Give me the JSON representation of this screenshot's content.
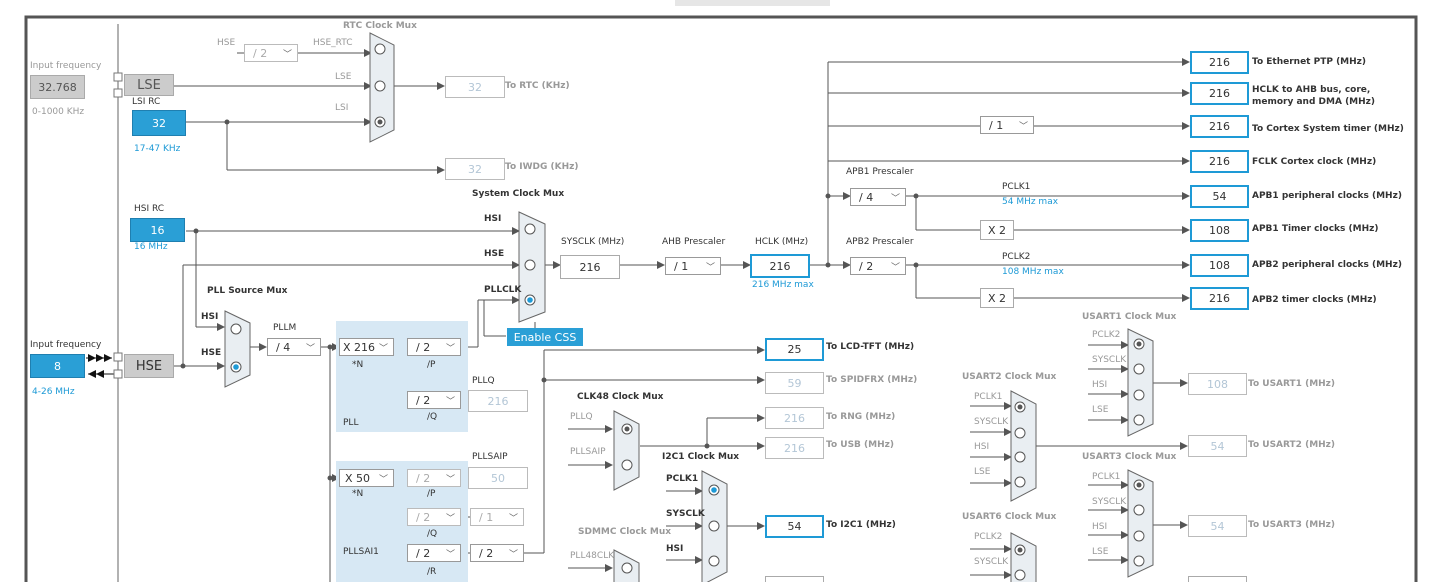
{
  "window": {
    "top_bar": ""
  },
  "lse": {
    "input_label": "Input frequency",
    "input_value": "32.768",
    "input_range": "0-1000 KHz",
    "label": "LSE"
  },
  "lsi": {
    "label": "LSI RC",
    "value": "32",
    "range": "17-47 KHz"
  },
  "hsi": {
    "label": "HSI RC",
    "value": "16",
    "range": "16 MHz"
  },
  "hse": {
    "input_label": "Input frequency",
    "input_value": "8",
    "input_range": "4-26 MHz",
    "label": "HSE"
  },
  "rtc": {
    "mux_label": "RTC Clock Mux",
    "hse": "HSE",
    "div": "/ 2",
    "hse_rtc": "HSE_RTC",
    "lse": "LSE",
    "lsi": "LSI",
    "out_value": "32",
    "out_label": "To RTC (KHz)",
    "iwdg_value": "32",
    "iwdg_label": "To IWDG (KHz)"
  },
  "sysmux": {
    "label": "System Clock Mux",
    "hsi": "HSI",
    "hse": "HSE",
    "pllclk": "PLLCLK",
    "css_button": "Enable CSS"
  },
  "pllsrc": {
    "label": "PLL Source Mux",
    "hsi": "HSI",
    "hse": "HSE",
    "pllm_label": "PLLM",
    "pllm": "/ 4"
  },
  "pll": {
    "n": "X 216",
    "n_label": "*N",
    "p": "/ 2",
    "p_label": "/P",
    "q": "/ 2",
    "q_label": "/Q",
    "pllq_label": "PLLQ",
    "pllq_value": "216",
    "label": "PLL"
  },
  "pllsai": {
    "n": "X 50",
    "n_label": "*N",
    "p": "/ 2",
    "p_label": "/P",
    "q": "/ 2",
    "q_label": "/Q",
    "q2": "/ 1",
    "r": "/ 2",
    "r_label": "/R",
    "r2": "/ 2",
    "saip_label": "PLLSAIP",
    "saip_value": "50",
    "label": "PLLSAI1"
  },
  "sysclk": {
    "label": "SYSCLK (MHz)",
    "value": "216"
  },
  "ahb": {
    "label": "AHB Prescaler",
    "value": "/ 1"
  },
  "hclk": {
    "label": "HCLK (MHz)",
    "value": "216",
    "max": "216 MHz max"
  },
  "apb1": {
    "label": "APB1 Prescaler",
    "value": "/ 4",
    "pclk": "PCLK1",
    "max": "54 MHz max",
    "x2": "X 2"
  },
  "apb2": {
    "label": "APB2 Prescaler",
    "value": "/ 2",
    "pclk": "PCLK2",
    "max": "108 MHz max",
    "x2": "X 2"
  },
  "cortex_div": "/ 1",
  "outputs": [
    {
      "value": "216",
      "label": "To Ethernet PTP (MHz)"
    },
    {
      "value": "216",
      "label": "HCLK to AHB bus, core,",
      "label2": "memory and DMA (MHz)"
    },
    {
      "value": "216",
      "label": "To Cortex System timer (MHz)"
    },
    {
      "value": "216",
      "label": "FCLK Cortex clock (MHz)"
    },
    {
      "value": "54",
      "label": "APB1 peripheral clocks (MHz)"
    },
    {
      "value": "108",
      "label": "APB1 Timer clocks (MHz)"
    },
    {
      "value": "108",
      "label": "APB2 peripheral clocks (MHz)"
    },
    {
      "value": "216",
      "label": "APB2 timer clocks (MHz)"
    }
  ],
  "lcd": {
    "value": "25",
    "label": "To LCD-TFT (MHz)"
  },
  "spdif": {
    "value": "59",
    "label": "To SPIDFRX (MHz)"
  },
  "clk48": {
    "label": "CLK48 Clock Mux",
    "pllq": "PLLQ",
    "pllsaip": "PLLSAIP",
    "rng_value": "216",
    "rng_label": "To RNG (MHz)",
    "usb_value": "216",
    "usb_label": "To USB (MHz)"
  },
  "i2c1": {
    "label": "I2C1 Clock Mux",
    "pclk": "PCLK1",
    "sysclk": "SYSCLK",
    "hsi": "HSI",
    "value": "54",
    "out_label": "To I2C1 (MHz)"
  },
  "sdmmc": {
    "label": "SDMMC Clock Mux",
    "pll48": "PLL48CLK"
  },
  "usart1": {
    "label": "USART1 Clock Mux",
    "pclk": "PCLK2",
    "sysclk": "SYSCLK",
    "hsi": "HSI",
    "lse": "LSE",
    "value": "108",
    "out_label": "To USART1 (MHz)"
  },
  "usart2": {
    "label": "USART2 Clock Mux",
    "pclk": "PCLK1",
    "sysclk": "SYSCLK",
    "hsi": "HSI",
    "lse": "LSE",
    "value": "54",
    "out_label": "To USART2 (MHz)"
  },
  "usart3": {
    "label": "USART3 Clock Mux",
    "pclk": "PCLK1",
    "sysclk": "SYSCLK",
    "hsi": "HSI",
    "lse": "LSE",
    "value": "54",
    "out_label": "To USART3 (MHz)"
  },
  "usart6": {
    "label": "USART6 Clock Mux",
    "pclk": "PCLK2",
    "sysclk": "SYSCLK"
  },
  "colors": {
    "accent": "#1e9ad6",
    "panel": "#d7e8f4",
    "wire": "#555555"
  }
}
